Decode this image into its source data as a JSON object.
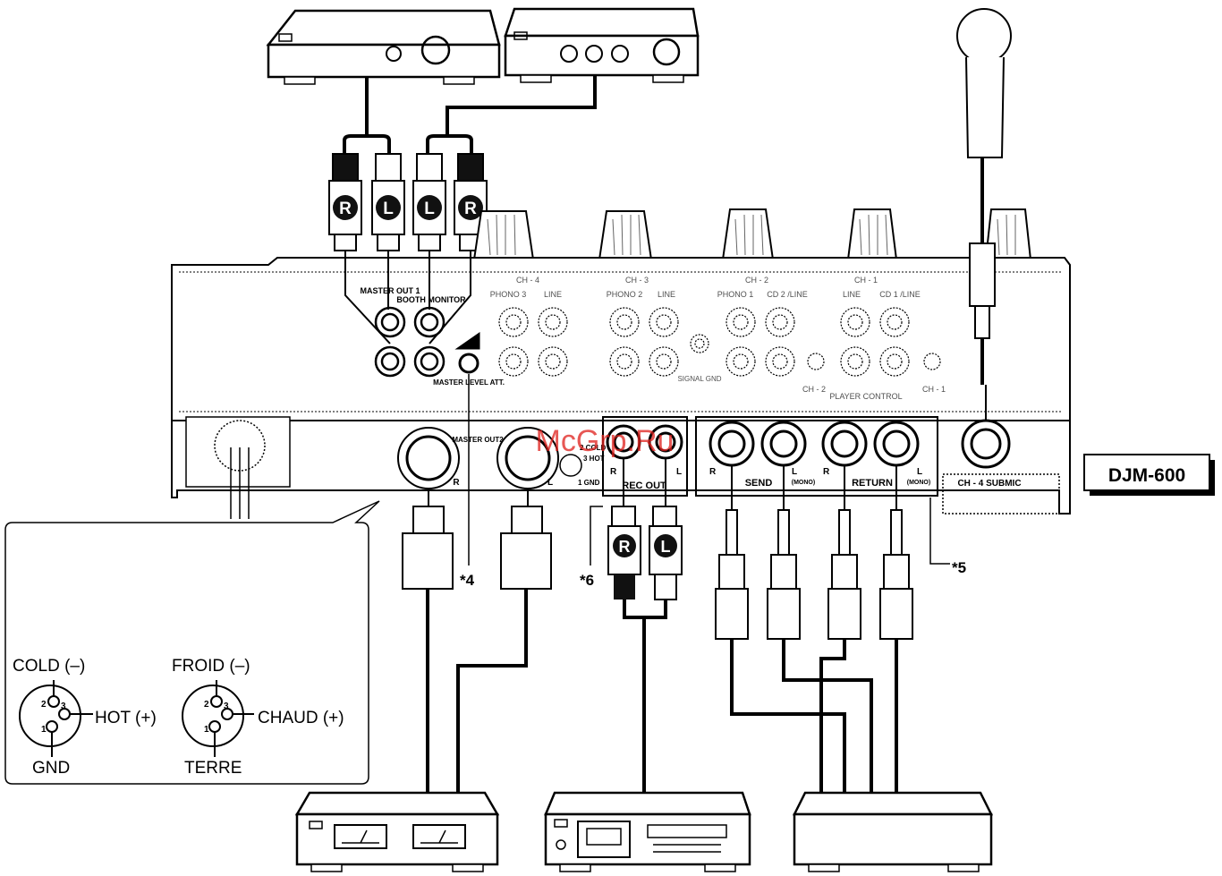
{
  "model_badge": "DJM-600",
  "watermark": "McGrp.Ru",
  "mixer": {
    "master_out1": "MASTER OUT 1",
    "booth_monitor": "BOOTH MONITOR",
    "master_level_att": "MASTER LEVEL ATT.",
    "ch4": "CH - 4",
    "ch3": "CH - 3",
    "ch2": "CH - 2",
    "ch1": "CH - 1",
    "phono3": "PHONO 3",
    "phono2": "PHONO 2",
    "phono1": "PHONO 1",
    "line": "LINE",
    "cd2_line": "CD 2 /LINE",
    "cd1_line": "CD 1 /LINE",
    "signal_gnd": "SIGNAL GND",
    "player_control": "PLAYER CONTROL",
    "pc_ch2": "CH - 2",
    "pc_ch1": "CH - 1",
    "master_out2": "MASTER OUT2",
    "rec_out": "REC OUT",
    "send": "SEND",
    "return": "RETURN",
    "mono": "(MONO)",
    "ch4_submic": "CH - 4 SUBMIC",
    "letter_r": "R",
    "letter_l": "L",
    "pin_legend": [
      "2 COLD",
      "3 HOT",
      "1 GND"
    ]
  },
  "plug_labels": {
    "r": "R",
    "l": "L"
  },
  "notes": {
    "n4": "*4",
    "n5": "*5",
    "n6": "*6"
  },
  "xlr_english": {
    "cold": "COLD (–)",
    "hot": "HOT (+)",
    "gnd": "GND"
  },
  "xlr_french": {
    "cold": "FROID (–)",
    "hot": "CHAUD (+)",
    "gnd": "TERRE"
  },
  "pins": {
    "p1": "1",
    "p2": "2",
    "p3": "3"
  }
}
